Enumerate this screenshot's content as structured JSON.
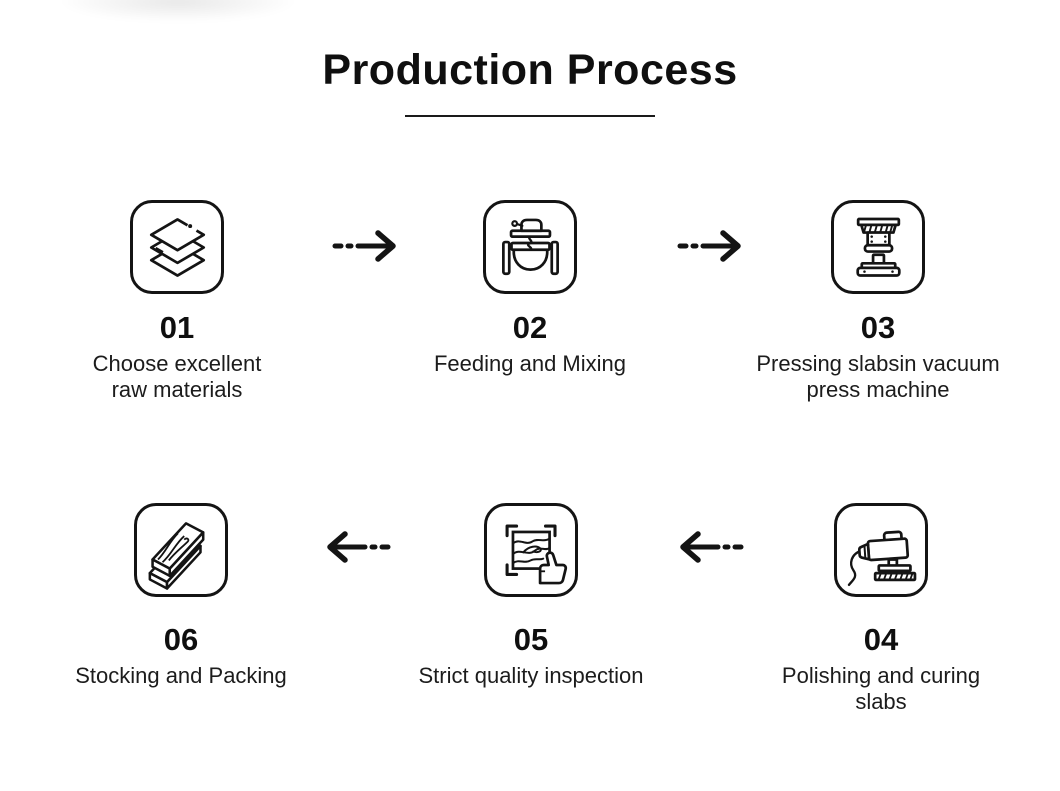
{
  "title": "Production Process",
  "steps": [
    {
      "number": "01",
      "label": "Choose excellent raw materials",
      "icon": "layers-icon"
    },
    {
      "number": "02",
      "label": "Feeding and Mixing",
      "icon": "mixer-icon"
    },
    {
      "number": "03",
      "label": "Pressing slabsin vacuum press machine",
      "icon": "press-machine-icon"
    },
    {
      "number": "04",
      "label": "Polishing and curing slabs",
      "icon": "polisher-icon"
    },
    {
      "number": "05",
      "label": "Strict quality inspection",
      "icon": "inspection-icon"
    },
    {
      "number": "06",
      "label": "Stocking and Packing",
      "icon": "stacked-slabs-icon"
    }
  ],
  "flow": {
    "top_row_order": [
      "01",
      "02",
      "03"
    ],
    "bottom_row_order": [
      "06",
      "05",
      "04"
    ],
    "top_arrow_direction": "right",
    "bottom_arrow_direction": "left"
  },
  "colors": {
    "ink": "#141414",
    "background": "#ffffff"
  }
}
